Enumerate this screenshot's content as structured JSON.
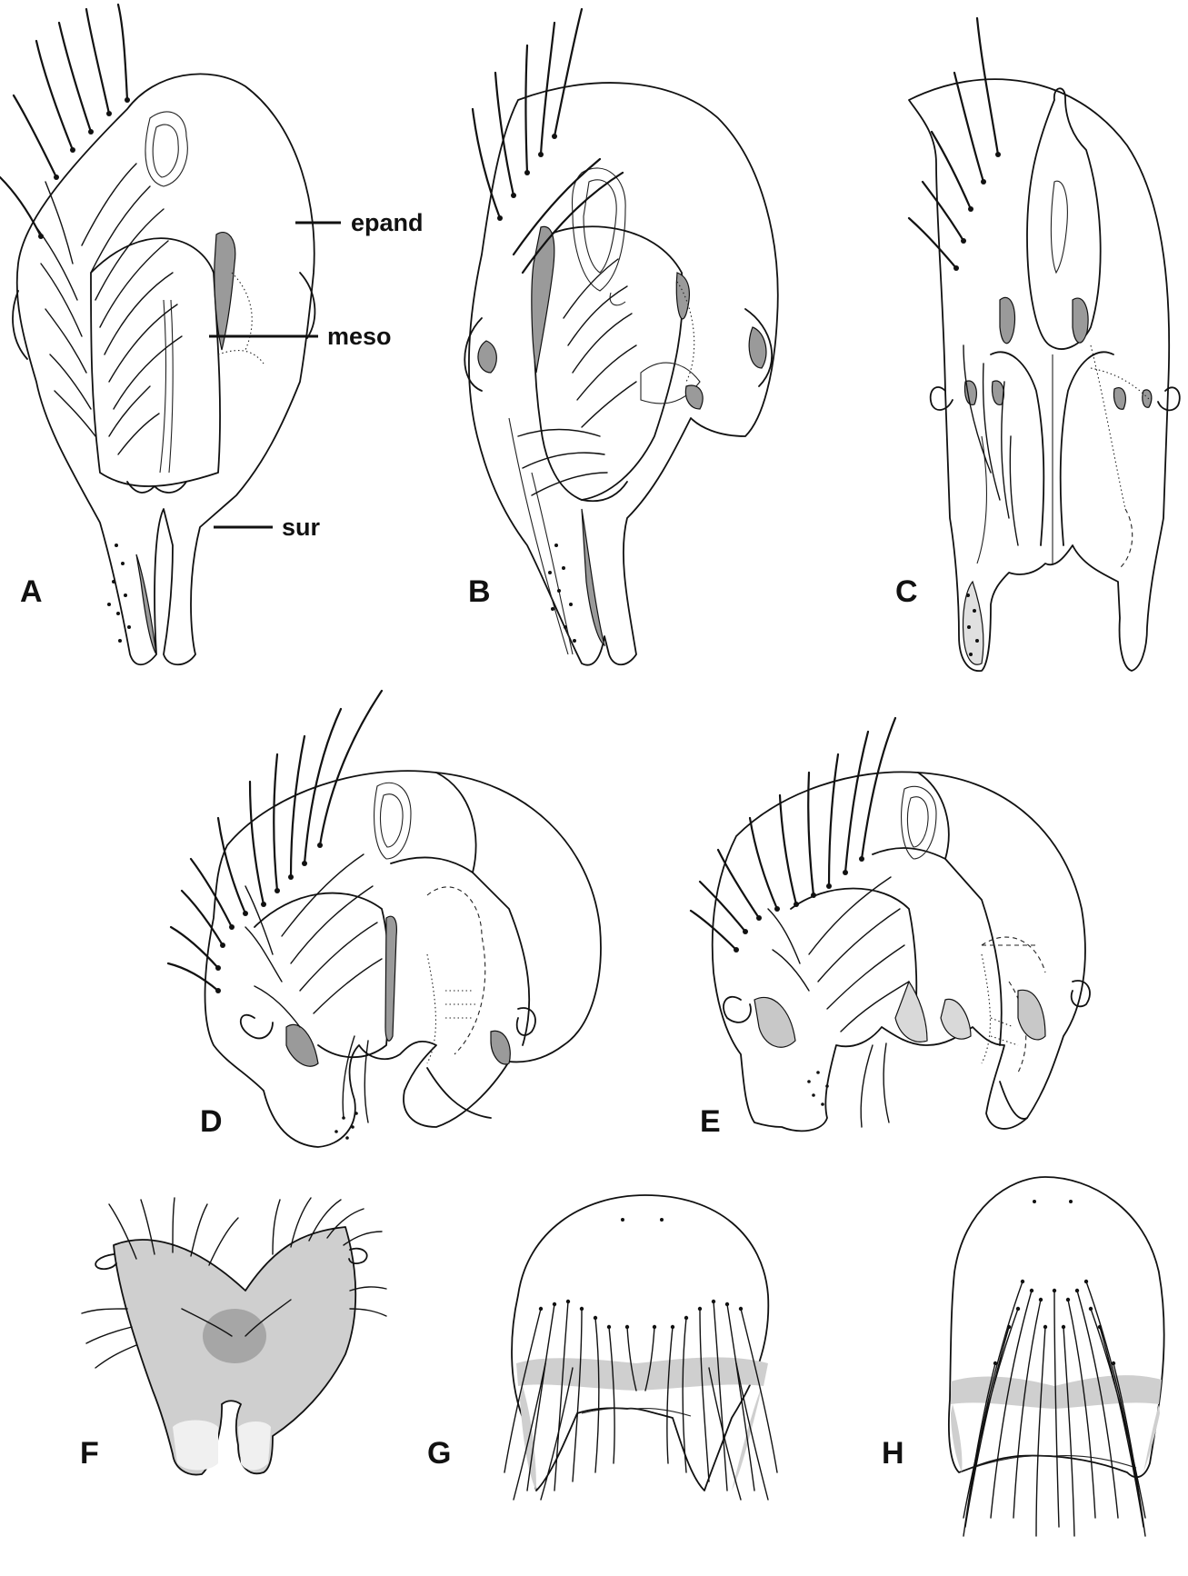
{
  "figure": {
    "panels": [
      {
        "letter": "A"
      },
      {
        "letter": "B"
      },
      {
        "letter": "C"
      },
      {
        "letter": "D"
      },
      {
        "letter": "E"
      },
      {
        "letter": "F"
      },
      {
        "letter": "G"
      },
      {
        "letter": "H"
      }
    ],
    "annotations": [
      {
        "text": "epand"
      },
      {
        "text": "meso"
      },
      {
        "text": "sur"
      }
    ]
  }
}
